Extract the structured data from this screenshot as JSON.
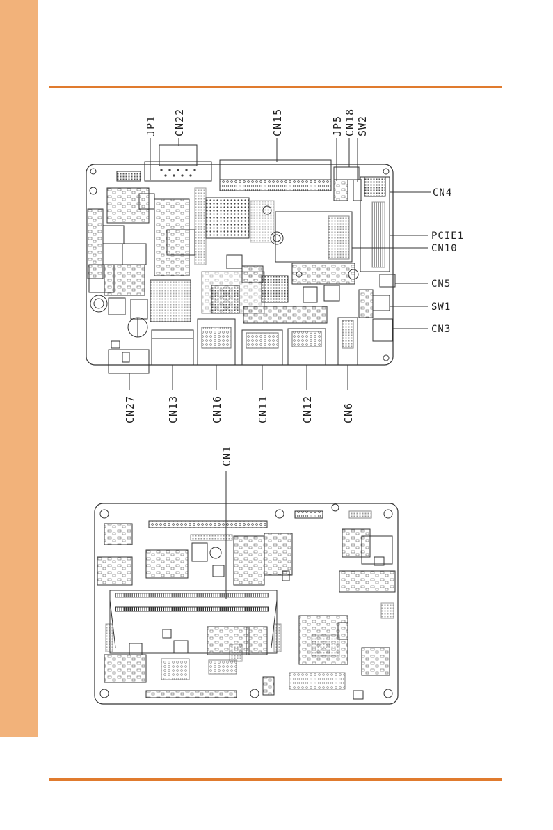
{
  "colors": {
    "side_tab": "#f2b27a",
    "rule": "#e07b2e",
    "board_line": "#333333"
  },
  "top_board": {
    "top_labels": [
      "JP1",
      "CN22",
      "CN15",
      "JP5",
      "CN18",
      "SW2"
    ],
    "right_labels": [
      "CN4",
      "PCIE1",
      "CN10",
      "CN5",
      "SW1",
      "CN3"
    ],
    "bottom_labels": [
      "CN27",
      "CN13",
      "CN16",
      "CN11",
      "CN12",
      "CN6"
    ]
  },
  "bottom_board": {
    "labels": [
      "CN1"
    ]
  }
}
